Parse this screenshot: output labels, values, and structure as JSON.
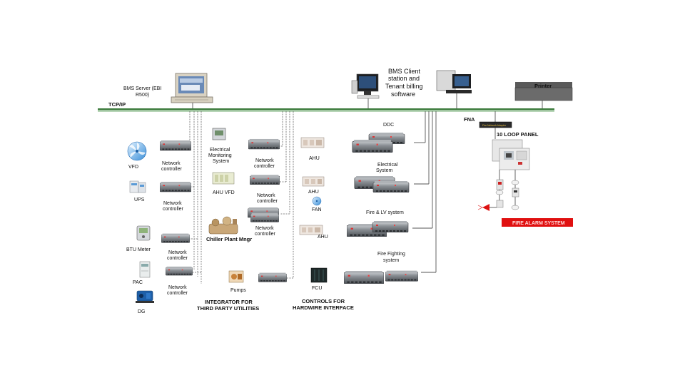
{
  "network": {
    "tcp_label": "TCP/IP"
  },
  "server": {
    "line1": "BMS Server (EBI",
    "line2": "R500)"
  },
  "client": {
    "line1": "BMS Client",
    "line2": "station and",
    "line3": "Tenant billing",
    "line4": "software"
  },
  "printer": {
    "label": "Printer"
  },
  "fna": {
    "label": "FNA",
    "device_text": "Fire Network Adapter"
  },
  "fire_panel": {
    "label": "10 LOOP PANEL",
    "banner": "FIRE ALARM SYSTEM"
  },
  "left_col": {
    "vfd": "VFD",
    "ups": "UPS",
    "btu": "BTU Meter",
    "pac": "PAC",
    "dg": "DG",
    "nc_line1": "Network",
    "nc_line2": "controller"
  },
  "mid_col": {
    "elec_mon_1": "Electrical",
    "elec_mon_2": "Monitoring",
    "elec_mon_3": "System",
    "ahu_vfd": "AHU VFD",
    "chiller": "Chiller Plant Mngr",
    "pumps": "Pumps"
  },
  "right_col": {
    "ddc": "DDC",
    "ahu1": "AHU",
    "electrical_1": "Electrical",
    "electrical_2": "System",
    "ahu2": "AHU",
    "fan": "FAN",
    "fire_lv": "Fire & LV system",
    "ahu3": "AHU",
    "fire_fighting_1": "Fire Fighting",
    "fire_fighting_2": "system",
    "fcu": "FCU"
  },
  "captions": {
    "integrator_1": "INTEGRATOR FOR",
    "integrator_2": "THIRD PARTY UTILITIES",
    "controls_1": "CONTROLS  FOR",
    "controls_2": "HARDWIRE  INTERFACE"
  },
  "colors": {
    "bus": "#3a7a3a",
    "banner": "#e01010",
    "controller": "#6f747a"
  }
}
